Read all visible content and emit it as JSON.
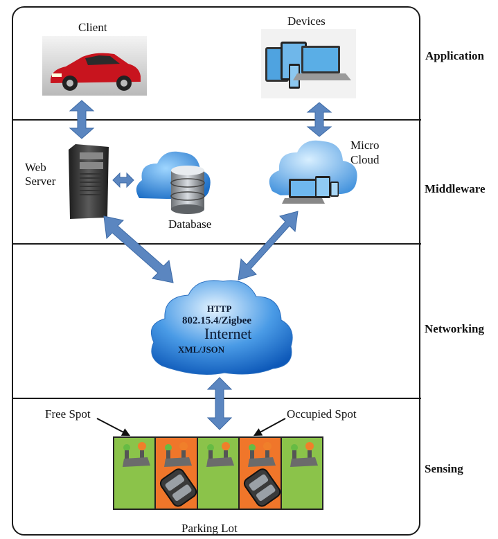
{
  "layers": {
    "application": "Application",
    "middleware": "Middleware",
    "networking": "Networking",
    "sensing": "Sensing"
  },
  "labels": {
    "client": "Client",
    "devices": "Devices",
    "web_server_line1": "Web",
    "web_server_line2": "Server",
    "database": "Database",
    "micro_cloud_line1": "Micro",
    "micro_cloud_line2": "Cloud",
    "free_spot": "Free Spot",
    "occupied_spot": "Occupied Spot",
    "parking_lot": "Parking Lot"
  },
  "internet_cloud": {
    "protocol1": "HTTP",
    "protocol2": "802.15.4/Zigbee",
    "title": "Internet",
    "format": "XML/JSON"
  },
  "parking_spots": [
    "free",
    "occupied",
    "free",
    "occupied",
    "free"
  ],
  "colors": {
    "arrow": "#5b86c0",
    "free_spot": "#8bc34a",
    "occupied_spot": "#f0762a",
    "cloud": "#2e7fd6",
    "car": "#c8141e"
  }
}
